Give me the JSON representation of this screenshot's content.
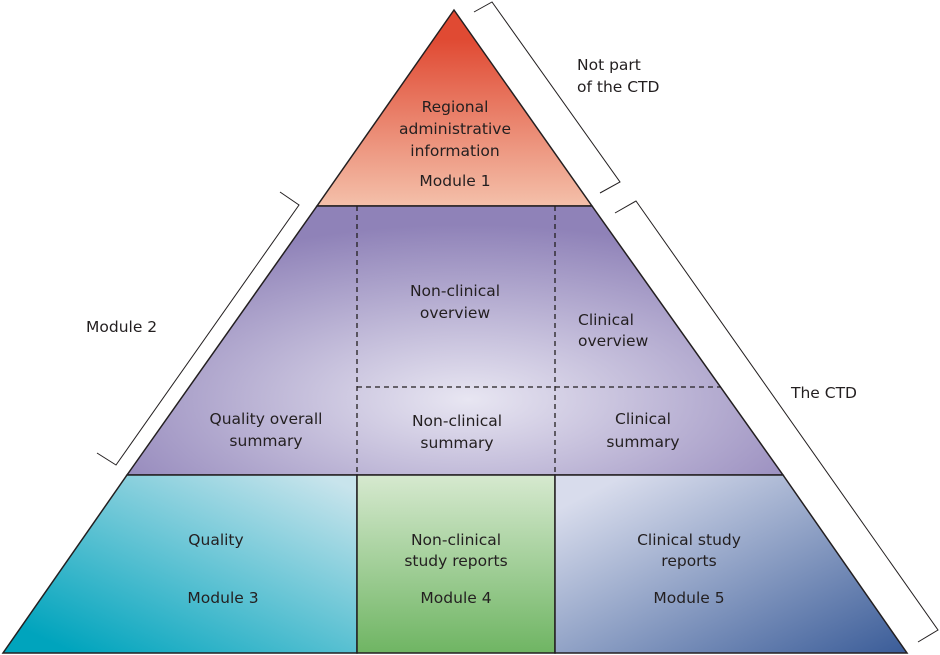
{
  "diagram": {
    "title": "CTD pyramid",
    "module1": {
      "lines": [
        "Regional",
        "administrative",
        "information"
      ],
      "module_label": "Module 1",
      "color_top": "#e04a33",
      "color_bottom": "#f4c0aa"
    },
    "module2": {
      "quality_overall_summary": [
        "Quality overall",
        "summary"
      ],
      "nonclinical_overview": [
        "Non-clinical",
        "overview"
      ],
      "clinical_overview": [
        "Clinical",
        "overview"
      ],
      "nonclinical_summary": [
        "Non-clinical",
        "summary"
      ],
      "clinical_summary": [
        "Clinical",
        "summary"
      ],
      "color_edge": "#8f82b8",
      "color_center": "#e8e6f2"
    },
    "module3": {
      "lines": [
        "Quality"
      ],
      "module_label": "Module 3",
      "color_dark": "#00a4bd",
      "color_light": "#c8e4ec"
    },
    "module4": {
      "lines": [
        "Non-clinical",
        "study reports"
      ],
      "module_label": "Module 4",
      "color_top": "#d6e9cf",
      "color_bottom": "#6fb563"
    },
    "module5": {
      "lines": [
        "Clinical study",
        "reports"
      ],
      "module_label": "Module 5",
      "color_light": "#d8dcec",
      "color_dark": "#3a5c98"
    },
    "brackets": {
      "not_part": [
        "Not part",
        "of the CTD"
      ],
      "module2": "Module 2",
      "the_ctd": "The CTD"
    }
  }
}
